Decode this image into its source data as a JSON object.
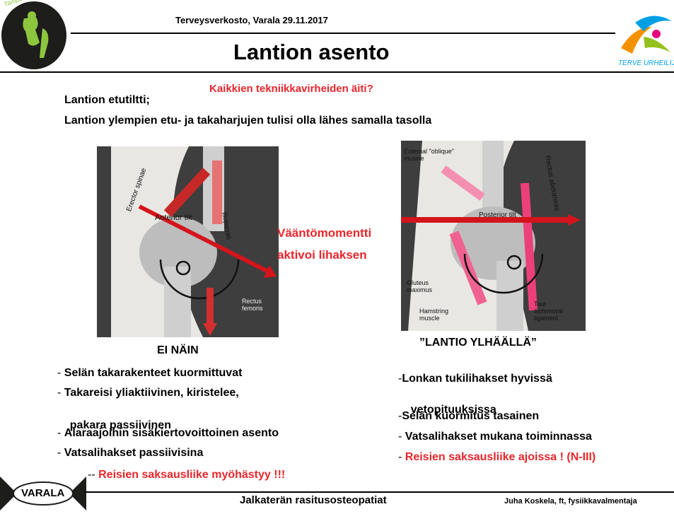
{
  "header": {
    "event": "Terveysverkosto, Varala 29.11.2017",
    "title": "Lantion asento",
    "left_logo_text": "Tampereen Urheiluakatemia",
    "right_logo_text": "TERVE URHEILIJ"
  },
  "subtitle_red": "Kaikkien tekniikkavirheiden äiti?",
  "intro": {
    "line1": "Lantion etutiltti;",
    "line2": "Lantion ylempien etu- ja takaharjujen tulisi olla lähes samalla tasolla"
  },
  "middle_callout": {
    "line1": "Vääntömomentti",
    "line2": "aktivoi lihaksen"
  },
  "figure_left": {
    "caption": "EI NÄIN",
    "labels": {
      "erector": "Erector spinae",
      "anterior_tilt": "Anterior tilt",
      "iliopsoas": "Iliopsoas",
      "rectus_femoris": "Rectus femoris"
    }
  },
  "figure_right": {
    "caption": "”LANTIO YLHÄÄLLÄ”",
    "labels": {
      "external_oblique": "External \"oblique\" muscle",
      "posterior_tilt": "Posterior tilt",
      "rectus_abdominis": "Rectus abdominis",
      "gluteus": "Gluteus maximus",
      "hamstring": "Hamstring muscle",
      "taut": "Taut iliofemoral ligament"
    }
  },
  "left_bullets": [
    {
      "dash": "- ",
      "text": "Selän takarakenteet kuormittuvat"
    },
    {
      "dash": "- ",
      "text": "Takareisi yliaktiivinen, kiristelee,"
    },
    {
      "dash": "",
      "text": "  pakara passiivinen"
    },
    {
      "dash": "- ",
      "text": "Alaraajoihin sisäkiertovoittoinen asento"
    },
    {
      "dash": "- ",
      "text": "Vatsalihakset passiivisina"
    }
  ],
  "left_final": {
    "dash": "-- ",
    "text": "Reisien saksausliike myöhästyy !!!"
  },
  "right_bullets": [
    {
      "dash": "-",
      "text": "Lonkan tukilihakset hyvissä"
    },
    {
      "dash": "",
      "text": "  vetopituuksissa"
    },
    {
      "dash": "-",
      "text": "Selän kuormitus tasainen"
    },
    {
      "dash": "- ",
      "text": "Vatsalihakset mukana toiminnassa"
    }
  ],
  "right_final": {
    "dash": "- ",
    "text": "Reisien saksausliike ajoissa ! (N-III)"
  },
  "footer": {
    "logo_text": "VARALA",
    "center": "Jalkaterän rasitusosteopatiat",
    "right": "Juha Koskela, ft, fysiikkavalmentaja"
  },
  "colors": {
    "accent_red": "#e8262b",
    "logo_green": "#8cc63f",
    "arrow_red": "#d4141b"
  }
}
